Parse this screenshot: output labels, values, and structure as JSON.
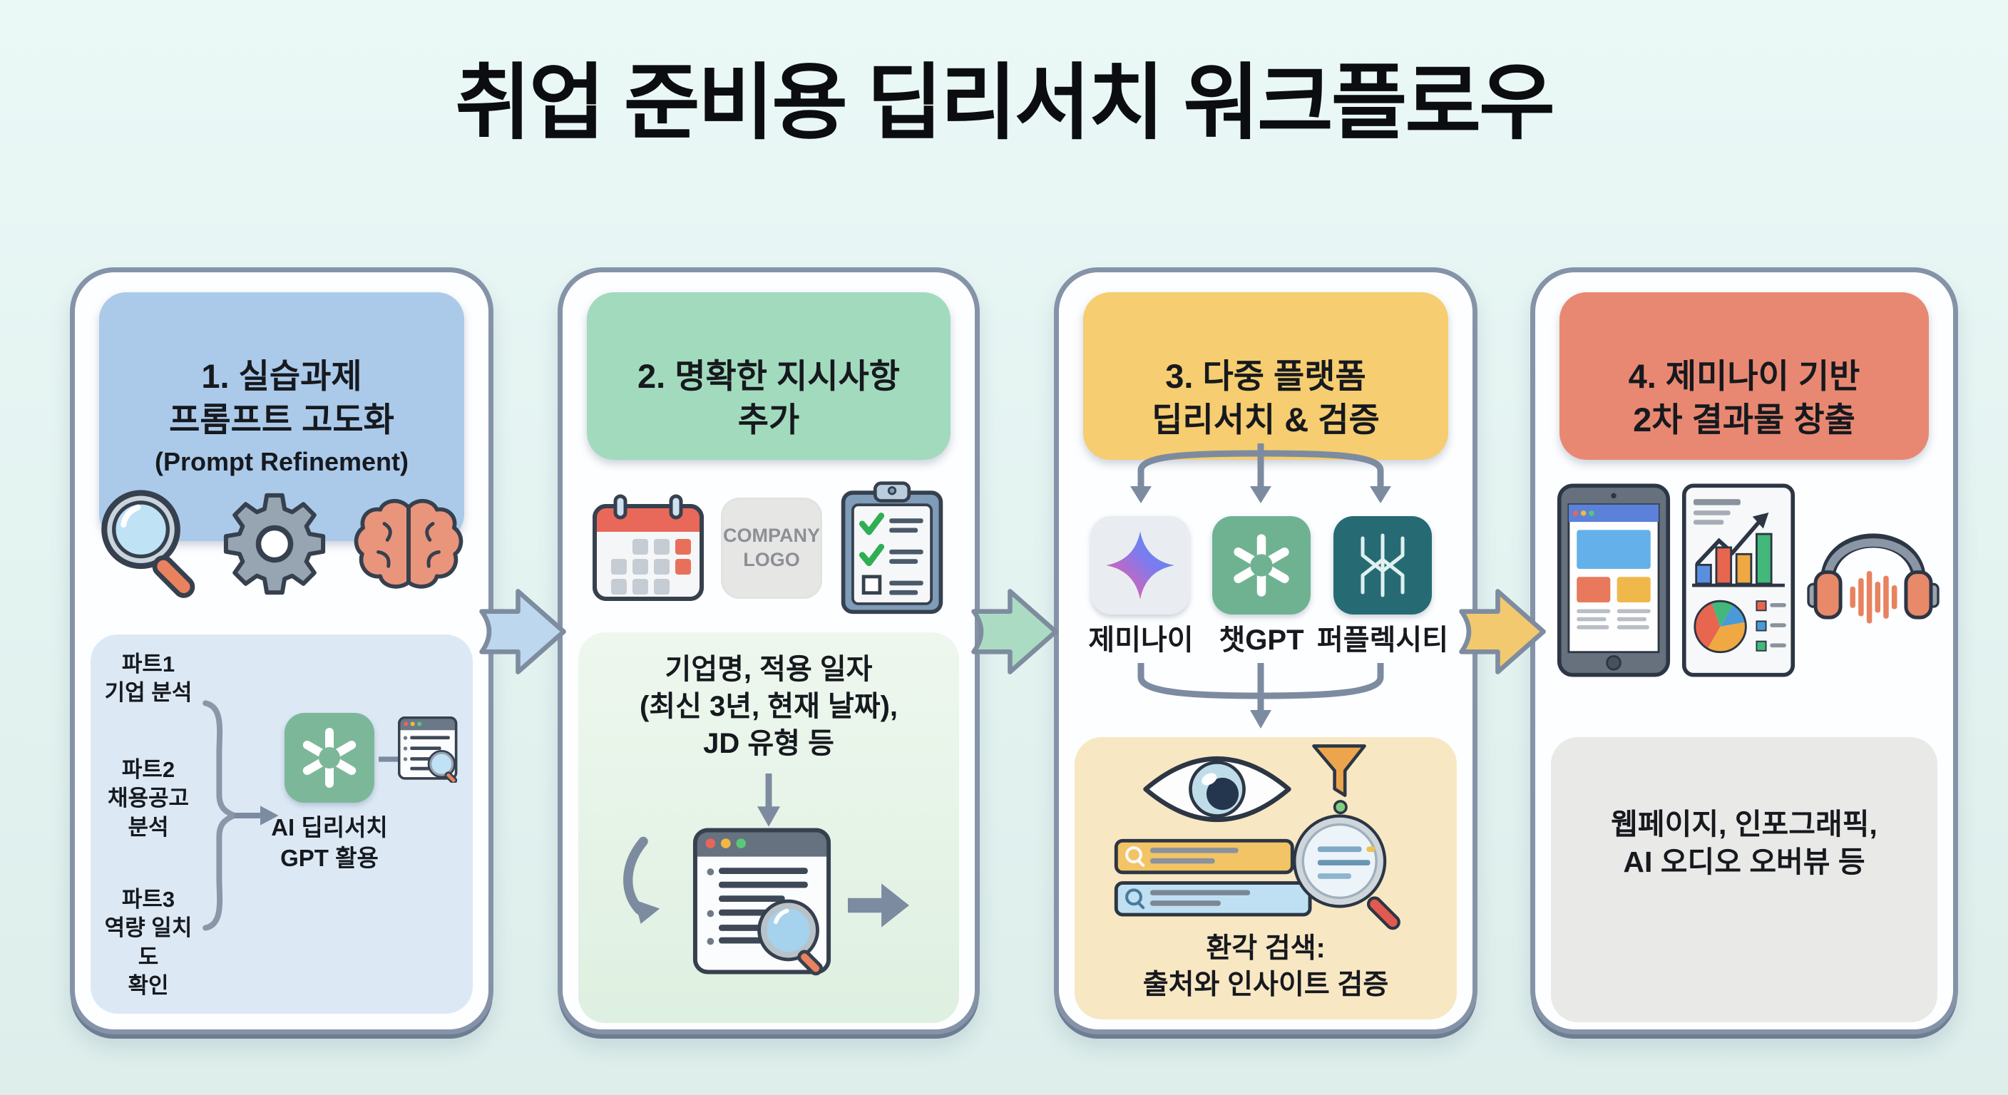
{
  "title": "취업 준비용 딥리서치 워크플로우",
  "colors": {
    "background": "#e3f3f0",
    "panel_border": "#8593a8",
    "step1_header": "#abcaea",
    "step2_header": "#a2dabd",
    "step3_header": "#f6cd70",
    "step4_header": "#e98872",
    "step1_box": "#dce9f5",
    "step2_box": "#e4f2e5",
    "step3_box": "#f8e7c3",
    "step4_box": "#e9e9e7",
    "arrow_1_2": "#bcd7ee",
    "arrow_2_3": "#abdcc3",
    "arrow_3_4": "#f3c96f",
    "connector": "#7d8ba0"
  },
  "panels": [
    {
      "header": "1. 실습과제\n프롬프트 고도화",
      "header_sub": "(Prompt Refinement)",
      "icons": [
        "magnifier-icon",
        "gear-icon",
        "brain-icon"
      ],
      "parts": [
        "파트1\n기업 분석",
        "파트2\n채용공고\n분석",
        "파트3\n역량 일치도\n확인"
      ],
      "gpt_label": "AI 딥리서치\nGPT 활용",
      "result_icon": "browser-search-icon"
    },
    {
      "header": "2. 명확한 지시사항\n추가",
      "icons": [
        "calendar-icon",
        "company-logo-placeholder",
        "checklist-clipboard-icon"
      ],
      "company_logo_text": "COMPANY\nLOGO",
      "note": "기업명, 적용 일자\n(최신 3년, 현재 날짜),\nJD 유형 등"
    },
    {
      "header": "3. 다중 플랫폼\n딥리서치 & 검증",
      "platforms": [
        {
          "icon": "gemini-logo",
          "name": "제미나이"
        },
        {
          "icon": "chatgpt-logo",
          "name": "챗GPT"
        },
        {
          "icon": "perplexity-logo",
          "name": "퍼플렉시티"
        }
      ],
      "verify_icons": [
        "eye-icon",
        "funnel-icon",
        "search-results-icon",
        "magnifier-icon"
      ],
      "note": "환각 검색:\n출처와 인사이트 검증"
    },
    {
      "header": "4. 제미나이 기반\n2차 결과물 창출",
      "icons": [
        "tablet-webpage-icon",
        "infographic-icon",
        "headphones-audio-icon"
      ],
      "note": "웹페이지, 인포그래픽,\nAI 오디오 오버뷰 등"
    }
  ]
}
